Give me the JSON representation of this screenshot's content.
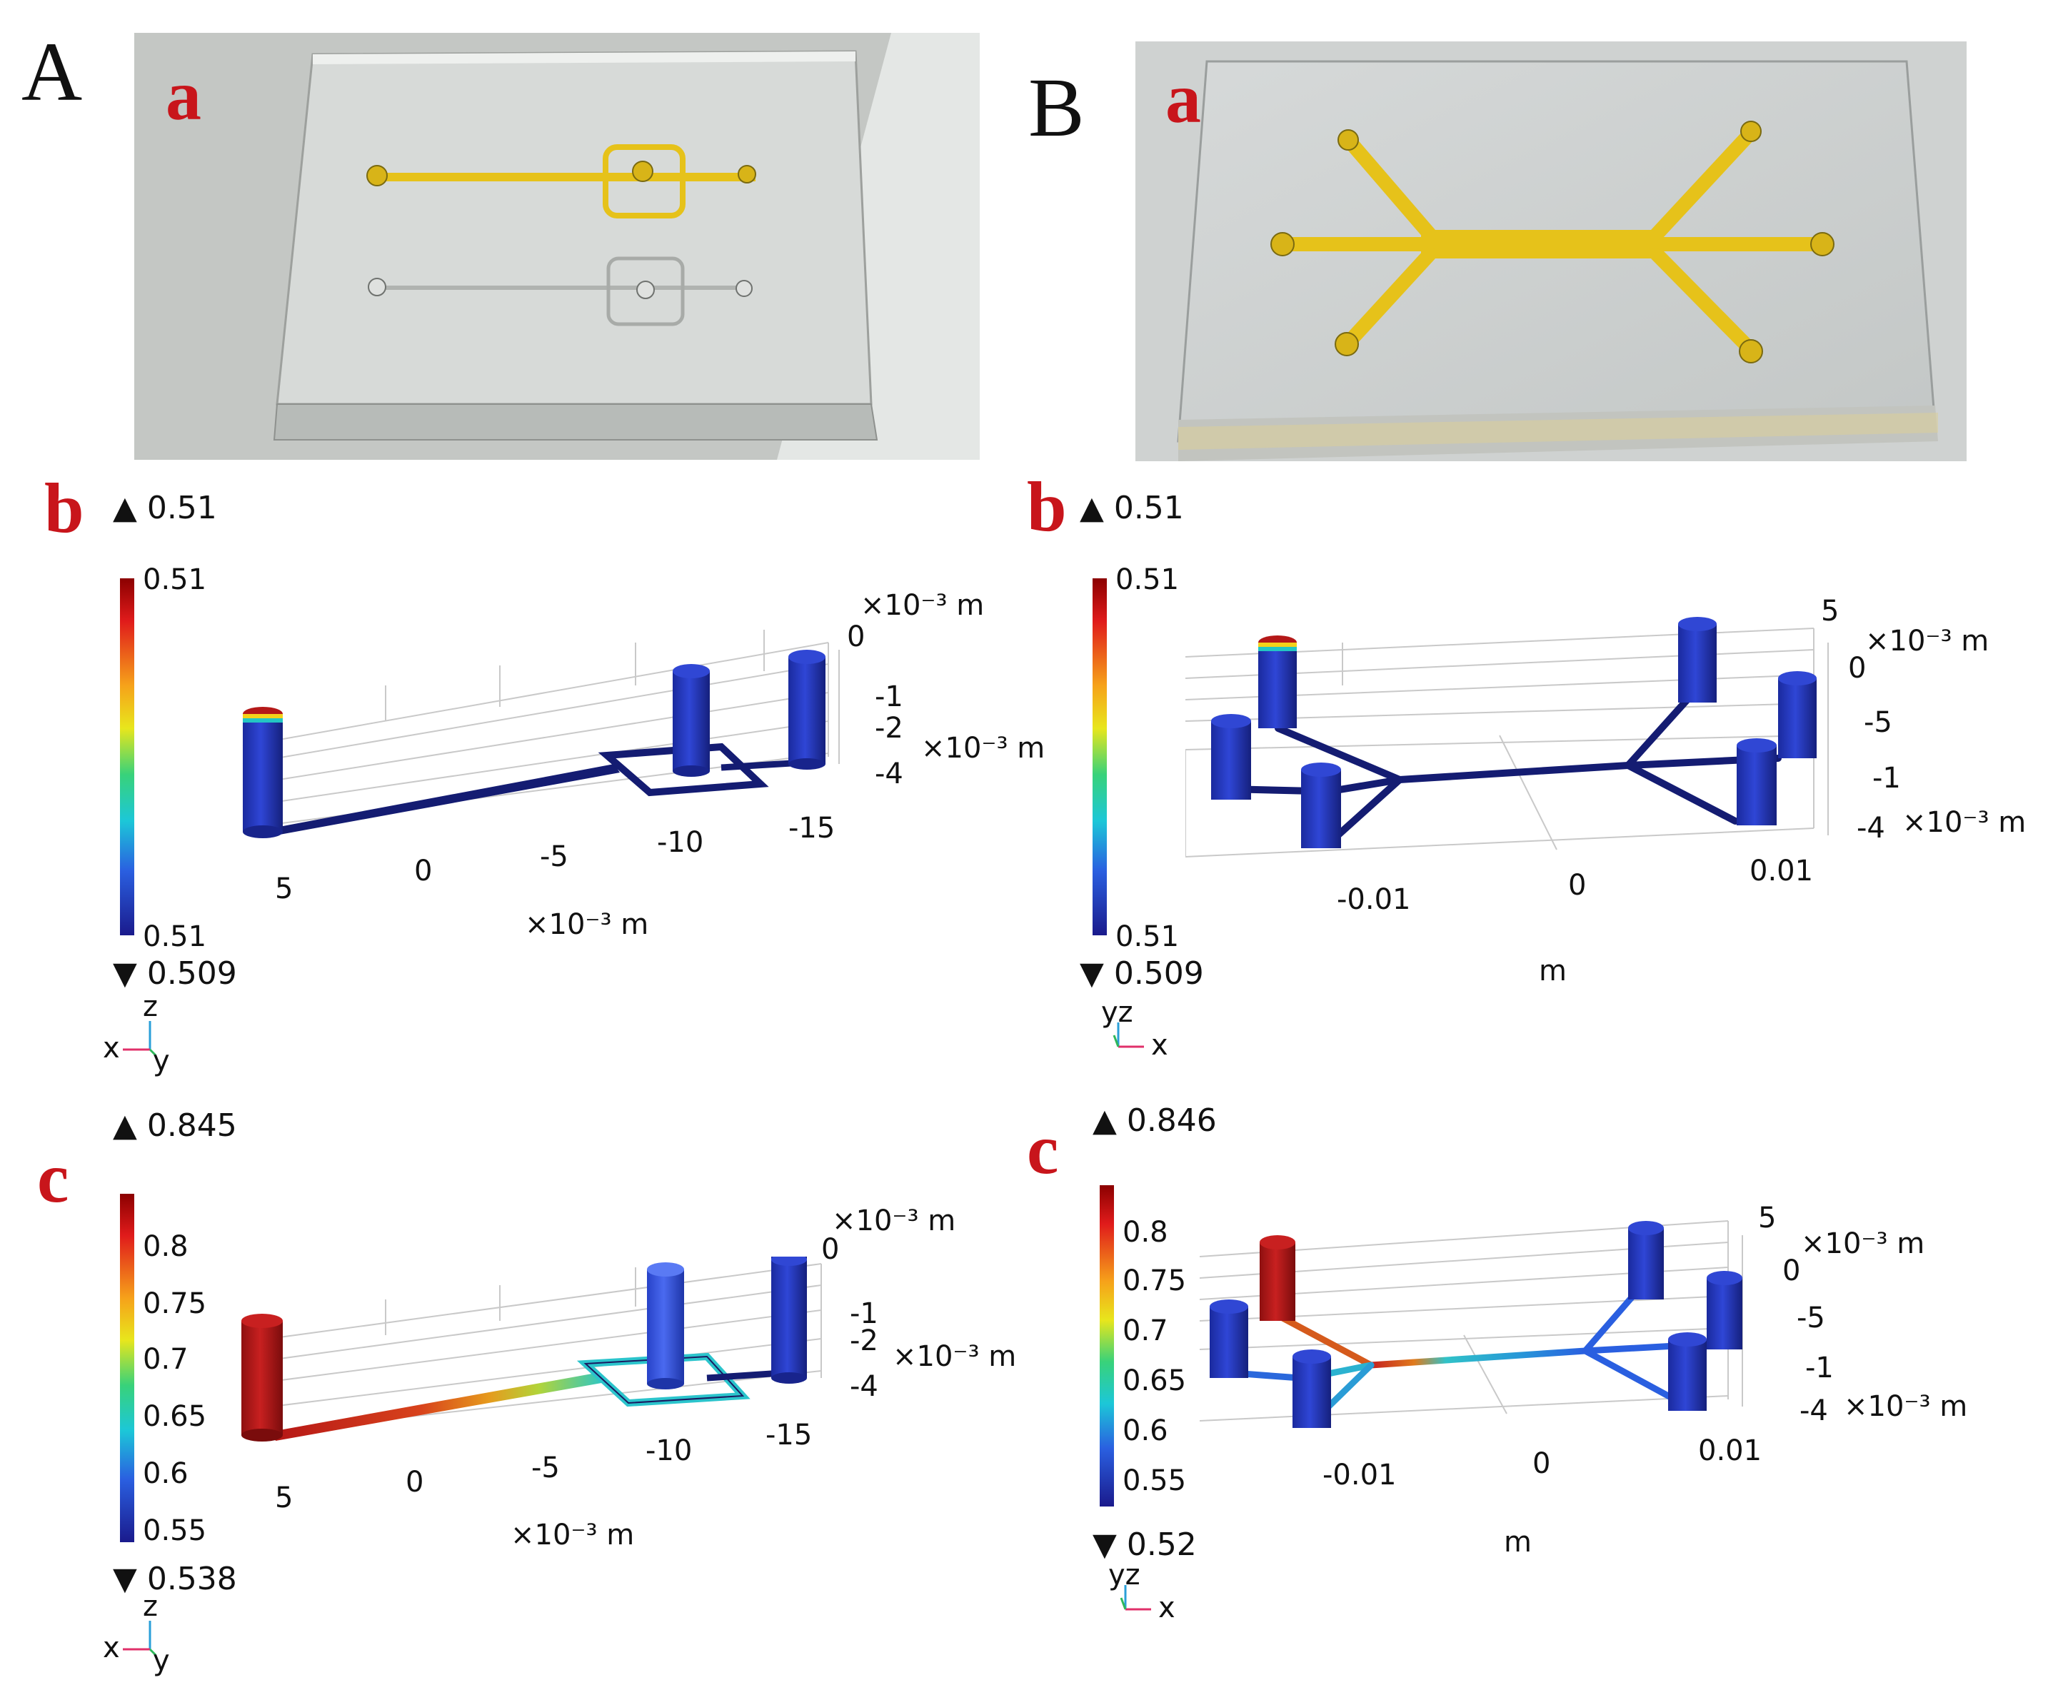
{
  "panel_A": {
    "letter": "A",
    "photo_label": "a",
    "b": {
      "label": "b",
      "max_marker": "▲ 0.51",
      "min_marker": "▼ 0.509",
      "colorbar_top": "0.51",
      "colorbar_bottom": "0.51",
      "x_ticks": [
        "5",
        "0",
        "-5",
        "-10",
        "-15"
      ],
      "x_unit": "×10⁻³ m",
      "z_ticks": [
        "0",
        "-1",
        "-2",
        "-4"
      ],
      "z_unit_top": "×10⁻³ m",
      "z_unit_side": "×10⁻³ m",
      "triad": {
        "z": "z",
        "x": "x",
        "y": "y"
      }
    },
    "c": {
      "label": "c",
      "max_marker": "▲ 0.845",
      "min_marker": "▼ 0.538",
      "colorbar_ticks": [
        "0.8",
        "0.75",
        "0.7",
        "0.65",
        "0.6",
        "0.55"
      ],
      "x_ticks": [
        "5",
        "0",
        "-5",
        "-10",
        "-15"
      ],
      "x_unit": "×10⁻³ m",
      "z_ticks": [
        "0",
        "-1",
        "-2",
        "-4"
      ],
      "z_unit_top": "×10⁻³ m",
      "z_unit_side": "×10⁻³ m",
      "triad": {
        "z": "z",
        "x": "x",
        "y": "y"
      }
    }
  },
  "panel_B": {
    "letter": "B",
    "photo_label": "a",
    "b": {
      "label": "b",
      "max_marker": "▲ 0.51",
      "min_marker": "▼ 0.509",
      "colorbar_top": "0.51",
      "colorbar_bottom": "0.51",
      "x_ticks": [
        "-0.01",
        "0",
        "0.01"
      ],
      "x_unit": "m",
      "y_ticks": [
        "5",
        "0",
        "-5"
      ],
      "y_unit": "×10⁻³ m",
      "z_ticks": [
        "-1",
        "-4"
      ],
      "z_unit": "×10⁻³ m",
      "triad": {
        "yz": "yz",
        "x": "x"
      }
    },
    "c": {
      "label": "c",
      "max_marker": "▲ 0.846",
      "min_marker": "▼ 0.52",
      "colorbar_ticks": [
        "0.8",
        "0.75",
        "0.7",
        "0.65",
        "0.6",
        "0.55"
      ],
      "x_ticks": [
        "-0.01",
        "0",
        "0.01"
      ],
      "x_unit": "m",
      "y_ticks": [
        "5",
        "0",
        "-5"
      ],
      "y_unit": "×10⁻³ m",
      "z_ticks": [
        "-1",
        "-4"
      ],
      "z_unit": "×10⁻³ m",
      "triad": {
        "yz": "yz",
        "x": "x"
      }
    }
  },
  "colors": {
    "jet_red": "#b01818",
    "jet_blue": "#1c2fb5",
    "channel_dark": "#141c72",
    "label_red": "#c8151b",
    "chip_yellow": "#e6c21a"
  }
}
